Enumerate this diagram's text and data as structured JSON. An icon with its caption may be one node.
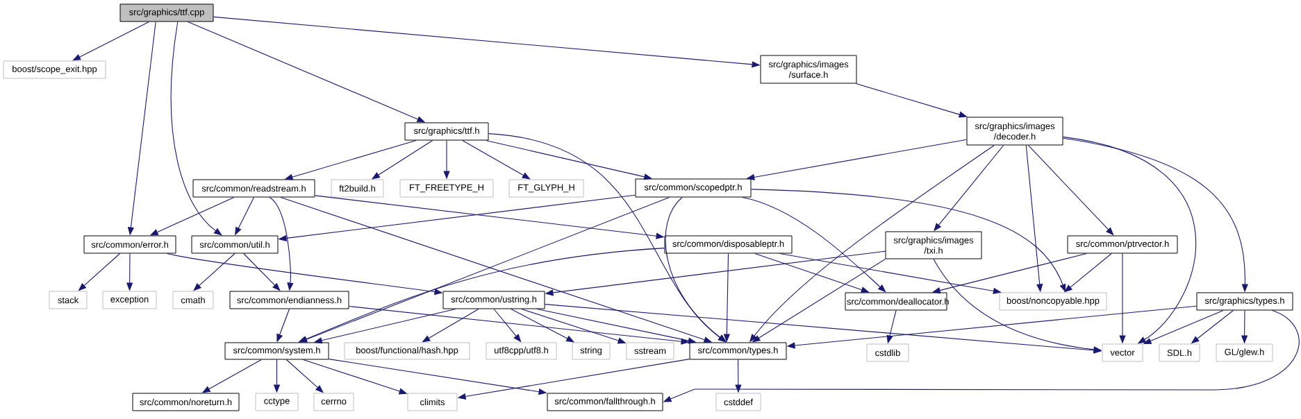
{
  "diagram": {
    "nodes": [
      {
        "text": [
          "src/graphics/ttf.cpp"
        ]
      },
      {
        "text": [
          "boost/scope_exit.hpp"
        ]
      },
      {
        "text": [
          "src/graphics/images /surface.h"
        ]
      },
      {
        "text": [
          "src/graphics/ttf.h"
        ]
      },
      {
        "text": [
          "src/graphics/images /decoder.h"
        ]
      },
      {
        "text": [
          "src/common/readstream.h"
        ]
      },
      {
        "text": [
          "ft2build.h"
        ]
      },
      {
        "text": [
          "FT_FREETYPE_H"
        ]
      },
      {
        "text": [
          "FT_GLYPH_H"
        ]
      },
      {
        "text": [
          "src/common/scopedptr.h"
        ]
      },
      {
        "text": [
          "src/common/error.h"
        ]
      },
      {
        "text": [
          "src/common/util.h"
        ]
      },
      {
        "text": [
          "src/common/disposableptr.h"
        ]
      },
      {
        "text": [
          "src/graphics/images /txi.h"
        ]
      },
      {
        "text": [
          "src/common/ptrvector.h"
        ]
      },
      {
        "text": [
          "stack"
        ]
      },
      {
        "text": [
          "exception"
        ]
      },
      {
        "text": [
          "cmath"
        ]
      },
      {
        "text": [
          "src/common/endianness.h"
        ]
      },
      {
        "text": [
          "src/common/ustring.h"
        ]
      },
      {
        "text": [
          "src/common/deallocator.h"
        ]
      },
      {
        "text": [
          "boost/noncopyable.hpp"
        ]
      },
      {
        "text": [
          "src/graphics/types.h"
        ]
      },
      {
        "text": [
          "src/common/system.h"
        ]
      },
      {
        "text": [
          "boost/functional/hash.hpp"
        ]
      },
      {
        "text": [
          "utf8cpp/utf8.h"
        ]
      },
      {
        "text": [
          "string"
        ]
      },
      {
        "text": [
          "sstream"
        ]
      },
      {
        "text": [
          "src/common/types.h"
        ]
      },
      {
        "text": [
          "cstdlib"
        ]
      },
      {
        "text": [
          "vector"
        ]
      },
      {
        "text": [
          "SDL.h"
        ]
      },
      {
        "text": [
          "GL/glew.h"
        ]
      },
      {
        "text": [
          "src/common/noreturn.h"
        ]
      },
      {
        "text": [
          "cctype"
        ]
      },
      {
        "text": [
          "cerrno"
        ]
      },
      {
        "text": [
          "climits"
        ]
      },
      {
        "text": [
          "src/common/fallthrough.h"
        ]
      },
      {
        "text": [
          "cstddef"
        ]
      }
    ],
    "edges": [
      {
        "from": 0,
        "to": 1,
        "arrow": "to"
      },
      {
        "from": 0,
        "to": 2,
        "arrow": "to"
      },
      {
        "from": 0,
        "to": 3,
        "arrow": "to"
      },
      {
        "from": 0,
        "to": 10,
        "arrow": "to"
      },
      {
        "from": 0,
        "to": 11,
        "arrow": "to"
      },
      {
        "from": 2,
        "to": 4,
        "arrow": "to"
      },
      {
        "from": 3,
        "to": 5,
        "arrow": "to"
      },
      {
        "from": 3,
        "to": 6,
        "arrow": "to"
      },
      {
        "from": 3,
        "to": 7,
        "arrow": "to"
      },
      {
        "from": 3,
        "to": 8,
        "arrow": "to"
      },
      {
        "from": 3,
        "to": 9,
        "arrow": "to"
      },
      {
        "from": 3,
        "to": 28,
        "arrow": "to"
      },
      {
        "from": 4,
        "to": 9,
        "arrow": "to"
      },
      {
        "from": 4,
        "to": 28,
        "arrow": "to"
      },
      {
        "from": 4,
        "to": 13,
        "arrow": "to"
      },
      {
        "from": 4,
        "to": 21,
        "arrow": "to"
      },
      {
        "from": 4,
        "to": 14,
        "arrow": "to"
      },
      {
        "from": 4,
        "to": 30,
        "arrow": "to"
      },
      {
        "from": 4,
        "to": 22,
        "arrow": "to"
      },
      {
        "from": 5,
        "to": 10,
        "arrow": "to"
      },
      {
        "from": 5,
        "to": 11,
        "arrow": "to"
      },
      {
        "from": 5,
        "to": 18,
        "arrow": "to"
      },
      {
        "from": 5,
        "to": 28,
        "arrow": "to"
      },
      {
        "from": 5,
        "to": 12,
        "arrow": "to"
      },
      {
        "from": 9,
        "to": 11,
        "arrow": "to"
      },
      {
        "from": 9,
        "to": 23,
        "arrow": "to"
      },
      {
        "from": 9,
        "to": 28,
        "arrow": "to"
      },
      {
        "from": 9,
        "to": 20,
        "arrow": "to"
      },
      {
        "from": 9,
        "to": 21,
        "arrow": "to"
      },
      {
        "from": 10,
        "to": 15,
        "arrow": "to"
      },
      {
        "from": 10,
        "to": 16,
        "arrow": "to"
      },
      {
        "from": 10,
        "to": 19,
        "arrow": "to"
      },
      {
        "from": 11,
        "to": 17,
        "arrow": "to"
      },
      {
        "from": 11,
        "to": 18,
        "arrow": "to"
      },
      {
        "from": 12,
        "to": 23,
        "arrow": "to"
      },
      {
        "from": 12,
        "to": 28,
        "arrow": "to"
      },
      {
        "from": 12,
        "to": 20,
        "arrow": "to"
      },
      {
        "from": 12,
        "to": 21,
        "arrow": "to"
      },
      {
        "from": 13,
        "to": 19,
        "arrow": "to"
      },
      {
        "from": 13,
        "to": 28,
        "arrow": "to"
      },
      {
        "from": 13,
        "to": 30,
        "arrow": "to"
      },
      {
        "from": 14,
        "to": 20,
        "arrow": "to"
      },
      {
        "from": 14,
        "to": 21,
        "arrow": "to"
      },
      {
        "from": 14,
        "to": 30,
        "arrow": "to"
      },
      {
        "from": 18,
        "to": 23,
        "arrow": "to"
      },
      {
        "from": 18,
        "to": 28,
        "arrow": "to"
      },
      {
        "from": 19,
        "to": 23,
        "arrow": "to"
      },
      {
        "from": 19,
        "to": 24,
        "arrow": "to"
      },
      {
        "from": 19,
        "to": 25,
        "arrow": "to"
      },
      {
        "from": 19,
        "to": 26,
        "arrow": "to"
      },
      {
        "from": 19,
        "to": 27,
        "arrow": "to"
      },
      {
        "from": 19,
        "to": 28,
        "arrow": "to"
      },
      {
        "from": 19,
        "to": 30,
        "arrow": "to"
      },
      {
        "from": 20,
        "to": 29,
        "arrow": "to"
      },
      {
        "from": 22,
        "to": 28,
        "arrow": "to"
      },
      {
        "from": 22,
        "to": 30,
        "arrow": "to"
      },
      {
        "from": 22,
        "to": 31,
        "arrow": "to"
      },
      {
        "from": 22,
        "to": 32,
        "arrow": "to"
      },
      {
        "from": 22,
        "to": 37,
        "arrow": "to"
      },
      {
        "from": 23,
        "to": 33,
        "arrow": "to"
      },
      {
        "from": 23,
        "to": 34,
        "arrow": "to"
      },
      {
        "from": 23,
        "to": 35,
        "arrow": "to"
      },
      {
        "from": 23,
        "to": 36,
        "arrow": "to"
      },
      {
        "from": 23,
        "to": 37,
        "arrow": "to"
      },
      {
        "from": 28,
        "to": 36,
        "arrow": "to"
      },
      {
        "from": 28,
        "to": 38,
        "arrow": "to"
      }
    ]
  }
}
